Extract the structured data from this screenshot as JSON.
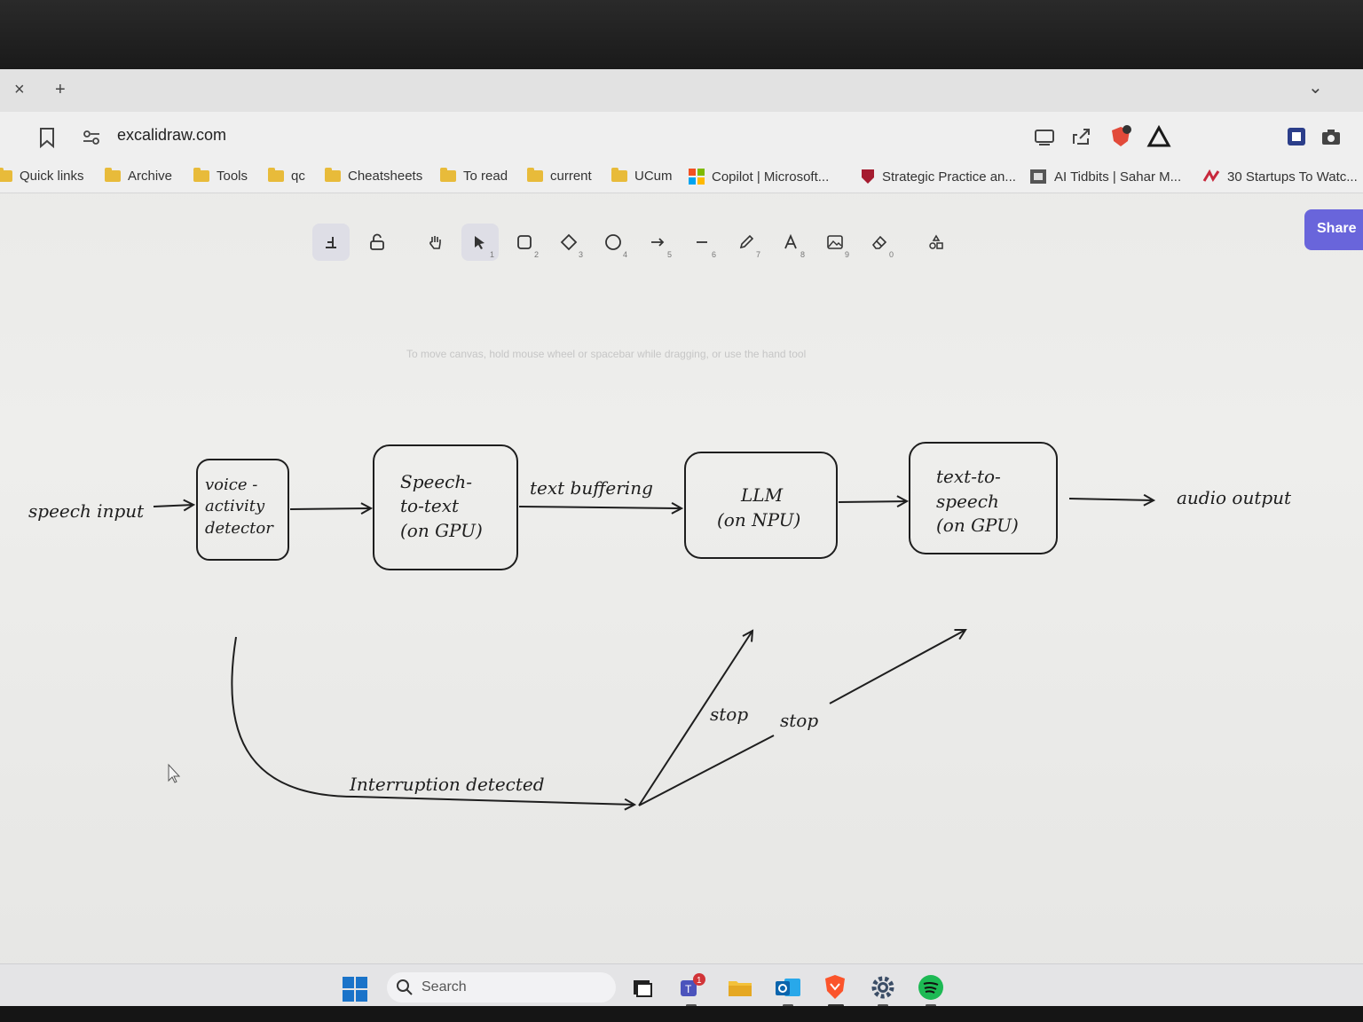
{
  "browser": {
    "tab_close": "×",
    "tab_new": "+",
    "tab_menu": "⌄",
    "url": "excalidraw.com"
  },
  "bookmarks": [
    {
      "label": "Quick links",
      "icon": "folder-icon"
    },
    {
      "label": "Archive",
      "icon": "folder-icon"
    },
    {
      "label": "Tools",
      "icon": "folder-icon"
    },
    {
      "label": "qc",
      "icon": "folder-icon"
    },
    {
      "label": "Cheatsheets",
      "icon": "folder-icon"
    },
    {
      "label": "To read",
      "icon": "folder-icon"
    },
    {
      "label": "current",
      "icon": "folder-icon"
    },
    {
      "label": "UCum",
      "icon": "folder-icon"
    },
    {
      "label": "Copilot | Microsoft...",
      "icon": "microsoft-icon"
    },
    {
      "label": "Strategic Practice an...",
      "icon": "shield-icon"
    },
    {
      "label": "AI Tidbits | Sahar M...",
      "icon": "site-icon"
    },
    {
      "label": "30 Startups To Watc...",
      "icon": "site-icon"
    }
  ],
  "excalidraw": {
    "share_label": "Share",
    "hint": "To move canvas, hold mouse wheel or spacebar while dragging, or use the hand tool",
    "tool_numbers": {
      "select": "1",
      "rectangle": "2",
      "diamond": "3",
      "ellipse": "4",
      "arrow": "5",
      "line": "6",
      "draw": "7",
      "text": "8",
      "image": "9",
      "eraser": "0"
    }
  },
  "diagram": {
    "speech_input": "speech input",
    "vad": [
      "voice -",
      "activity",
      "detector"
    ],
    "stt": [
      "Speech-",
      "to-text",
      "(on GPU)"
    ],
    "text_buffering": "text buffering",
    "llm": [
      "LLM",
      "(on NPU)"
    ],
    "tts": [
      "text-to-",
      "speech",
      "(on GPU)"
    ],
    "audio_output": "audio output",
    "interruption": "Interruption detected",
    "stop_llm": "stop",
    "stop_tts": "stop"
  },
  "taskbar": {
    "search_placeholder": "Search",
    "teams_badge": "1"
  },
  "colors": {
    "accent": "#6965db",
    "ink": "#1e1e1e",
    "folder": "#e8bb3a"
  }
}
